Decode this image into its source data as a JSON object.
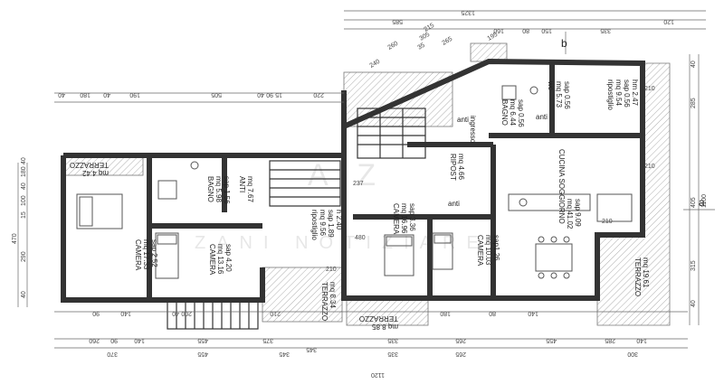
{
  "watermark": {
    "line1": "A Z",
    "line2": "ZANI  NOTIZIARE"
  },
  "markers": {
    "a": "a",
    "b": "b"
  },
  "rooms": [
    {
      "id": "terrazzo-1",
      "name": "TERRAZZO",
      "line1": "mq 4.42",
      "line2": ""
    },
    {
      "id": "bagno-1",
      "name": "BAGNO",
      "line1": "mq 5.98",
      "line2": "sap 1.56"
    },
    {
      "id": "anti-1",
      "name": "ANTI",
      "line1": "mq 7.67",
      "line2": ""
    },
    {
      "id": "camera-1",
      "name": "CAMERA",
      "line1": "mq 17.33",
      "line2": "sap 2.52"
    },
    {
      "id": "camera-2",
      "name": "CAMERA",
      "line1": "mq 13.16",
      "line2": "sap 4.20"
    },
    {
      "id": "ripostiglio-1",
      "name": "ripostiglio",
      "line1": "mq 9.56",
      "line2": "sap 1.89",
      "line3": "h 2.40"
    },
    {
      "id": "terrazzo-2",
      "name": "TERRAZZO",
      "line1": "mq 8.34",
      "line2": ""
    },
    {
      "id": "terrazzo-3",
      "name": "TERRAZZO",
      "line1": "mq 8.85",
      "line2": ""
    },
    {
      "id": "camera-3",
      "name": "CAMERA",
      "line1": "mq 16.96",
      "line2": "sap 3.36"
    },
    {
      "id": "ripost-2",
      "name": "RIPOST",
      "line1": "mq 4.66",
      "line2": ""
    },
    {
      "id": "camera-4",
      "name": "CAMERA",
      "line1": "mq 10.03",
      "line2": "sap1.26"
    },
    {
      "id": "bagno-2",
      "name": "BAGNO",
      "line1": "mq 6.44",
      "line2": "sap 0.56"
    },
    {
      "id": "wc",
      "name": "wc",
      "line1": "mq 5.73",
      "line2": "sap 0.56"
    },
    {
      "id": "ripostiglio-2",
      "name": "ripostiglio",
      "line1": "mq 9.54",
      "line2": "sap 0.56",
      "line3": "hm 2.47"
    },
    {
      "id": "cucina",
      "name": "CUCINA SOGGIORNO",
      "line1": "mq 41.02",
      "line2": "sap 9.09"
    },
    {
      "id": "terrazzo-4",
      "name": "TERRAZZO",
      "line1": "mq 19.61",
      "line2": ""
    }
  ],
  "labels": {
    "ingresso": "ingresso",
    "anti1": "anti",
    "anti2": "anti",
    "anti3": "anti",
    "h237": "237",
    "h210a": "210",
    "h210b": "210",
    "h210c": "210",
    "h210d": "210",
    "h480": "480"
  },
  "dims_top": {
    "d1325": "1325",
    "d585": "585",
    "d260": "260",
    "d265": "265",
    "d160": "160",
    "d80": "80",
    "d120": "120",
    "d150": "150",
    "d335": "335",
    "d240": "240",
    "d305": "305",
    "d35": "35",
    "d195": "195",
    "d215": "215"
  },
  "dims_upper": {
    "d40a": "40",
    "d180a": "180",
    "d40b": "40",
    "d190": "190",
    "d505": "505",
    "d40c": "40",
    "d90": "90",
    "d15": "15",
    "d220": "220"
  },
  "dims_right": {
    "d1100": "1100",
    "d285": "285",
    "d405": "405",
    "d315": "315",
    "d40d": "40",
    "d40e": "40"
  },
  "dims_left": {
    "d470": "470",
    "d290": "290",
    "d40f": "40",
    "d100": "100",
    "d15b": "15",
    "d180b": "180",
    "d40g": "40",
    "d40h": "40"
  },
  "dims_bottom1": {
    "b90": "90",
    "b140": "140",
    "b40": "40",
    "b200": "200",
    "b210": "210",
    "b180": "180",
    "b80": "80",
    "b140b": "140"
  },
  "dims_bottom2": {
    "c260": "260",
    "c90": "90",
    "c140": "140",
    "c455": "455",
    "c345": "345",
    "c375": "375",
    "c335": "335",
    "c265": "265",
    "c455b": "455",
    "c285": "285",
    "c140b": "140",
    "c300": "300"
  },
  "dims_bottom3": {
    "e370": "370",
    "e1120": "1120",
    "e455": "455",
    "e345": "345",
    "e335": "335",
    "e265": "265"
  }
}
